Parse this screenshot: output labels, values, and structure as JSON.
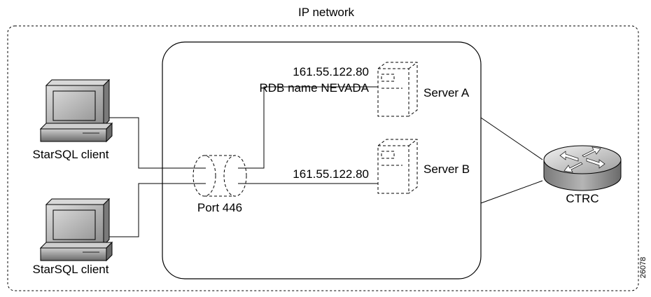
{
  "network": {
    "label": "IP network"
  },
  "clients": [
    {
      "label": "StarSQL client"
    },
    {
      "label": "StarSQL client"
    }
  ],
  "port": {
    "label": "Port 446"
  },
  "servers": [
    {
      "label": "Server A",
      "ip": "161.55.122.80",
      "rdb": "RDB name NEVADA"
    },
    {
      "label": "Server B",
      "ip": "161.55.122.80"
    }
  ],
  "router": {
    "label": "CTRC"
  },
  "figure_id": "26078"
}
